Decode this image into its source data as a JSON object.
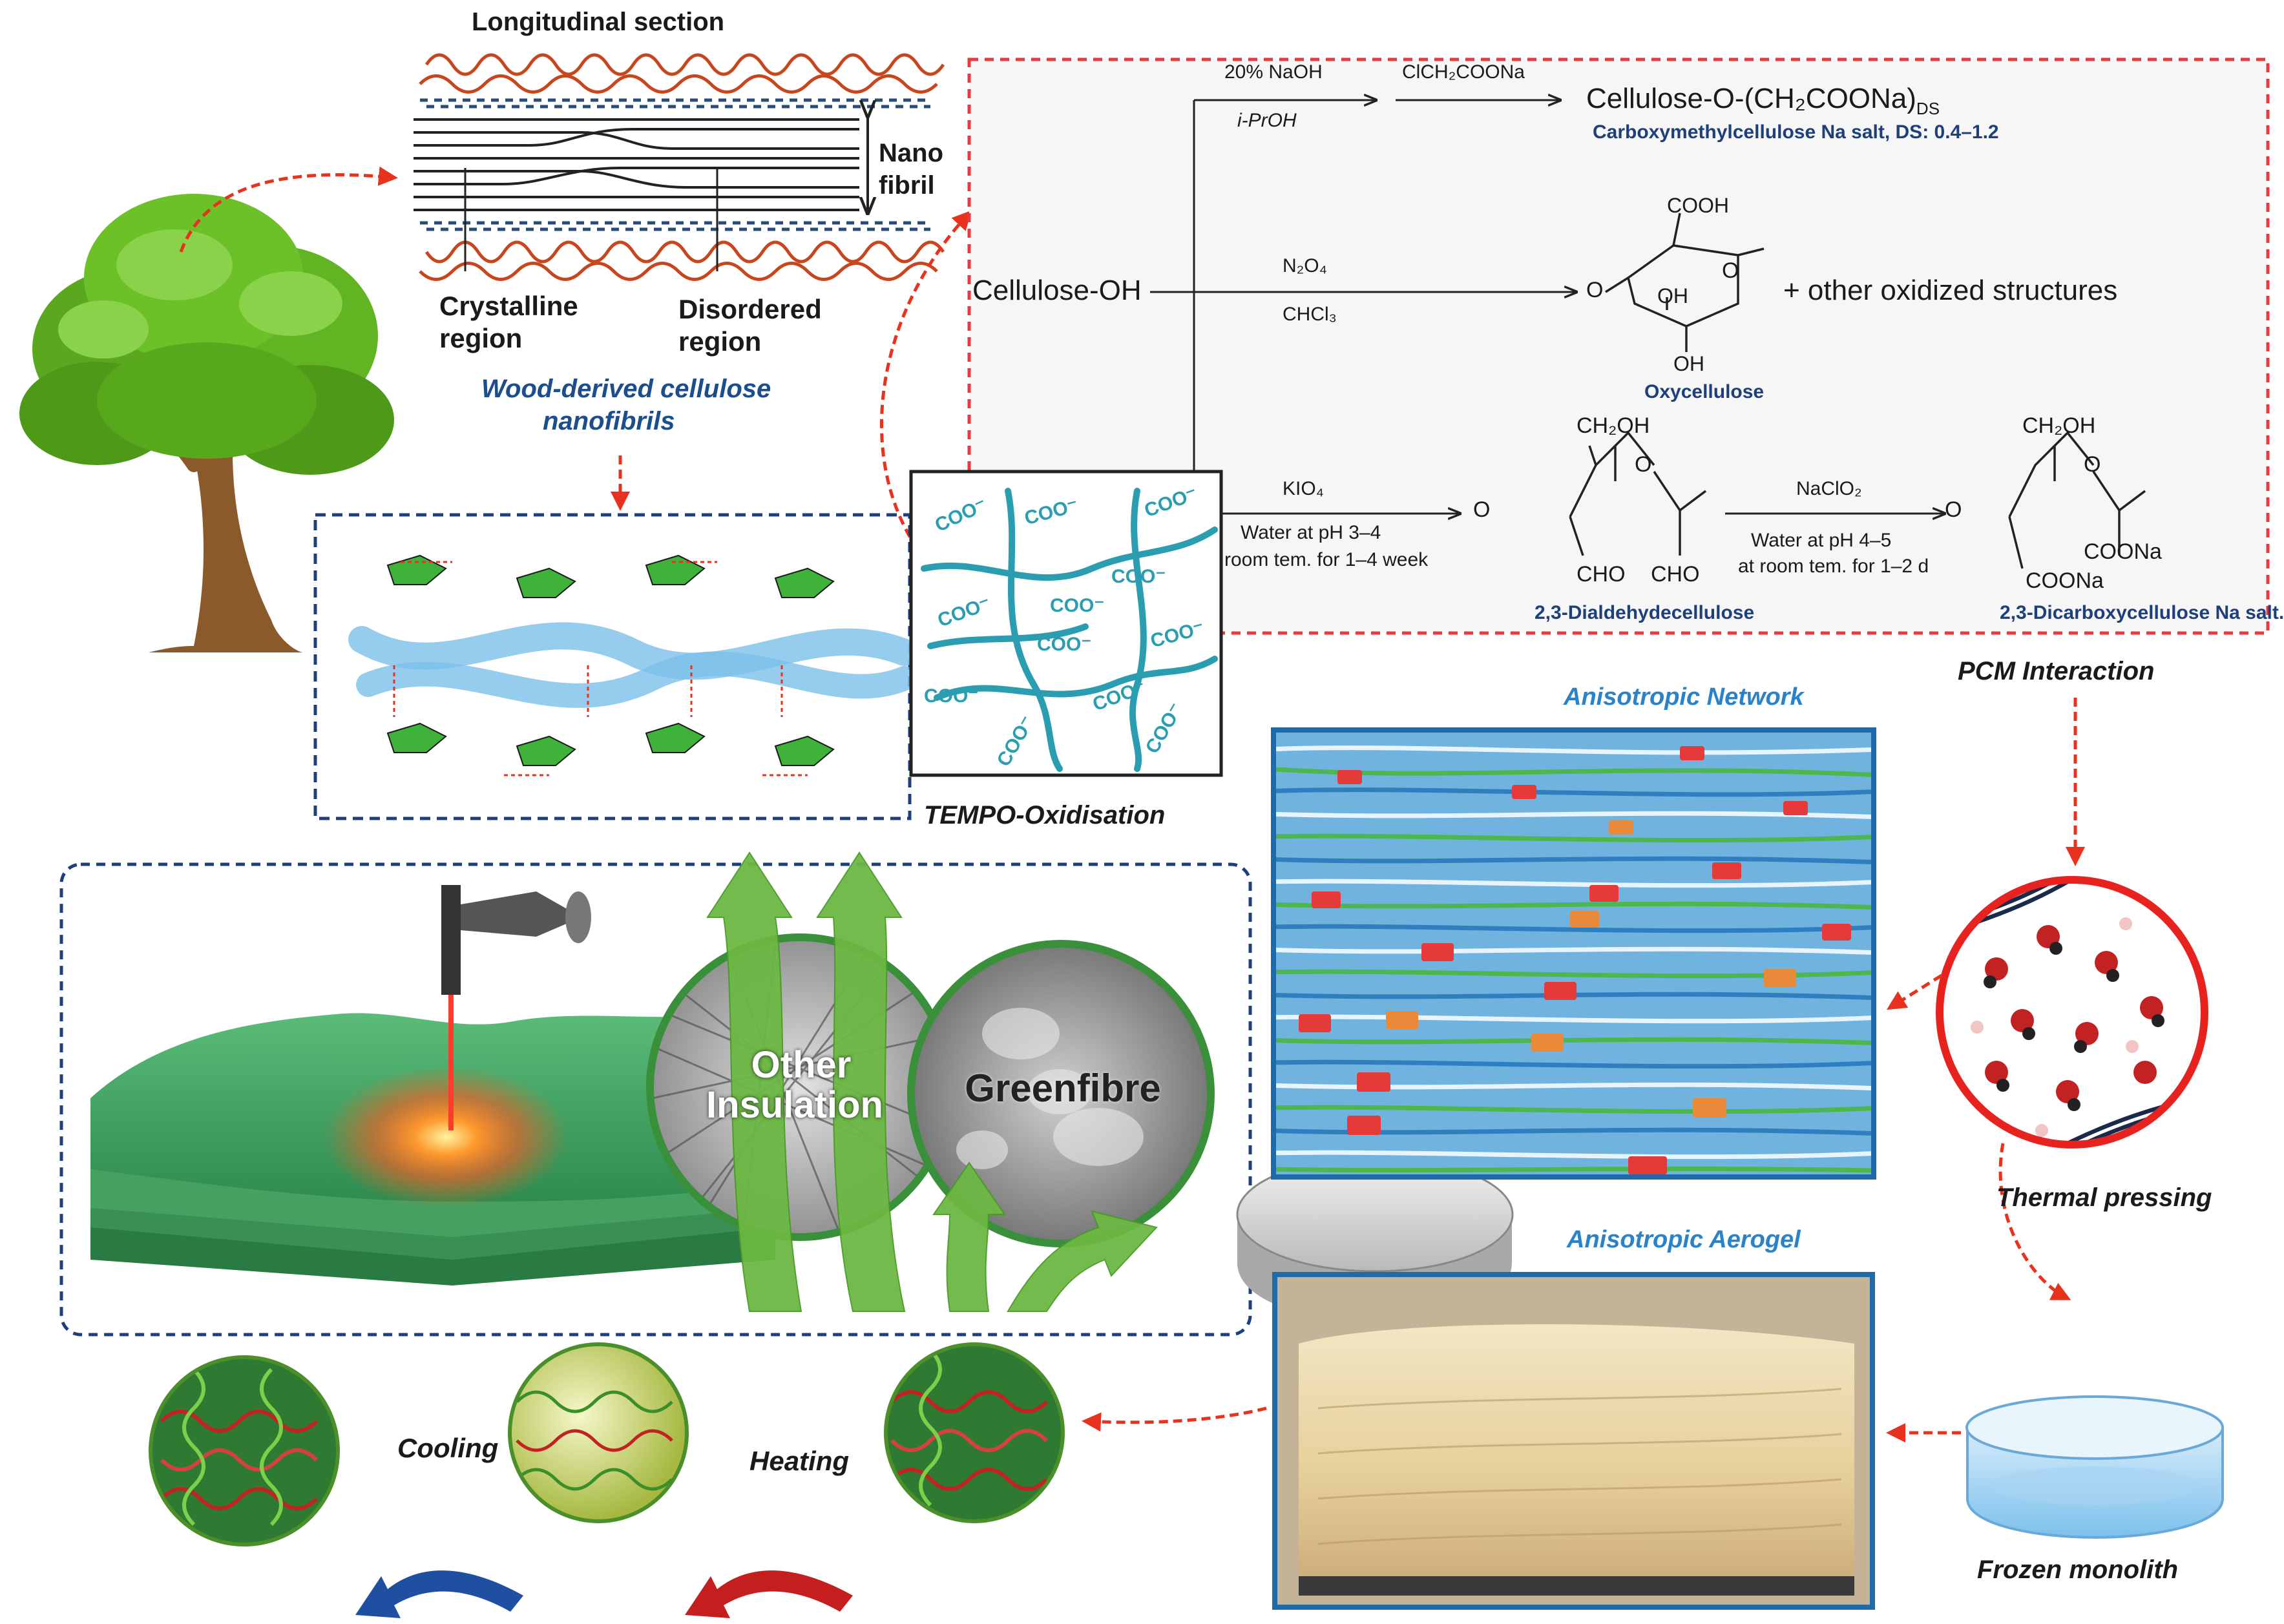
{
  "top_left": {
    "longitudinal_title": "Longitudinal section",
    "nano_fibril_label_1": "Nano",
    "nano_fibril_label_2": "fibril",
    "crystalline_1": "Crystalline",
    "crystalline_2": "region",
    "disordered_1": "Disordered",
    "disordered_2": "region",
    "caption_1": "Wood-derived cellulose",
    "caption_2": "nanofibrils"
  },
  "reactions": {
    "start": "Cellulose-OH",
    "r1_reagent_1": "20% NaOH",
    "r1_reagent_2": "i-PrOH",
    "r1_reagent_3": "ClCH₂COONa",
    "r1_product": "Cellulose-O-(CH₂COONa)",
    "r1_product_sub": "DS",
    "r1_name": "Carboxymethylcellulose Na salt, DS: 0.4–1.2",
    "r2_reagent_1": "N₂O₄",
    "r2_reagent_2": "CHCl₃",
    "r2_plus": "+ other oxidized structures",
    "r2_name": "Oxycellulose",
    "r3_reagent_1": "KIO₄",
    "r3_reagent_2": "Water at pH 3–4",
    "r3_reagent_3": "room tem. for 1–4 week",
    "r3_name": "2,3-Dialdehydecellulose",
    "r4_reagent_1": "NaClO₂",
    "r4_reagent_2": "Water at pH 4–5",
    "r4_reagent_3": "at room tem. for 1–2 d",
    "r4_name": "2,3-Dicarboxycellulose Na salt.",
    "atoms": {
      "cooh": "COOH",
      "o": "O",
      "oh": "OH",
      "ch2oh": "CH₂OH",
      "cho": "CHO",
      "coona": "COONa"
    }
  },
  "tempo": {
    "label": "TEMPO-Oxidisation",
    "group": "COO⁻"
  },
  "insulation": {
    "other_1": "Other",
    "other_2": "Insulation",
    "green": "Greenfibre"
  },
  "right": {
    "network_title": "Anisotropic Network",
    "pcm_title": "PCM Interaction",
    "thermal": "Thermal pressing",
    "aerogel_title": "Anisotropic Aerogel",
    "frozen": "Frozen monolith"
  },
  "bottom": {
    "cooling": "Cooling",
    "heating": "Heating"
  },
  "colors": {
    "red_arrow": "#e8321e",
    "dash_blue": "#1f3f7a",
    "dash_red": "#e83a3a",
    "leaf_green": "#4caf2a",
    "tempo_teal": "#2a9db0",
    "caption_blue": "#1c4d8c",
    "light_blue": "#2a82c8"
  }
}
